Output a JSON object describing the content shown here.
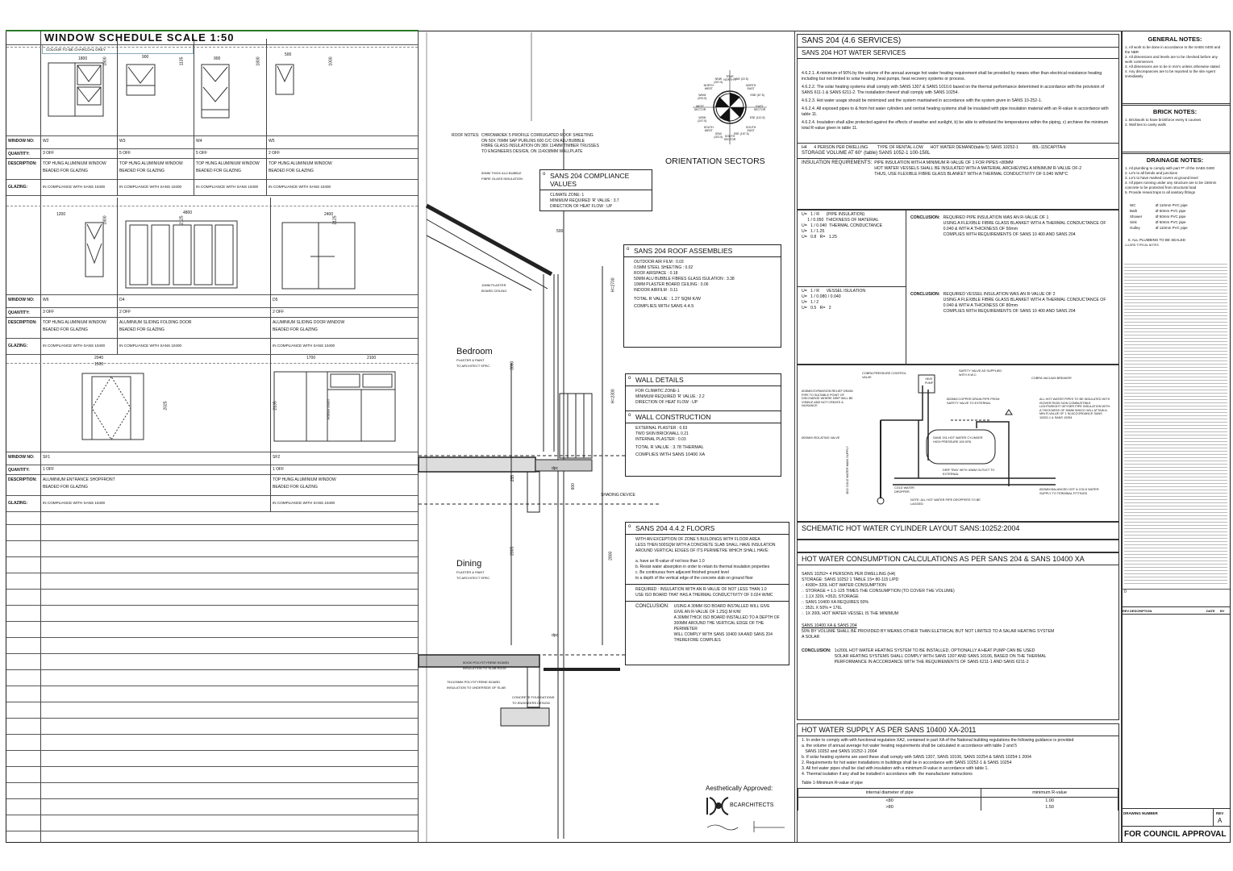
{
  "window_schedule": {
    "title": "WINDOW SCHEDULE SCALE 1:50",
    "colour_note": "COLOUR TO BE CHARCOAL GREY",
    "labels": {
      "window_no": "WINDOW NO:",
      "quantity": "QUANTITY:",
      "description": "DESCRIPTION:",
      "glazing": "GLAZING:"
    },
    "rows": [
      {
        "items": [
          {
            "no": "W2",
            "qty": "3 OFF",
            "desc1": "TOP HUNG ALUMINIUM WINDOW",
            "desc2": "BEADED FOR GLAZING",
            "glazing": "IN COMPLIANCE WITH SANS 10400",
            "w": "1800",
            "h": "1800"
          },
          {
            "no": "W3",
            "qty": "5 OFF",
            "desc1": "TOP HUNG ALUMINIUM WINDOW",
            "desc2": "BEADED FOR GLAZING",
            "glazing": "IN COMPLIANCE WITH SANS 10400",
            "w": "900",
            "h": "1135"
          },
          {
            "no": "W4",
            "qty": "5 OFF",
            "desc1": "TOP HUNG ALUMINIUM WINDOW",
            "desc2": "BEADED FOR GLAZING",
            "glazing": "IN COMPLIANCE WITH SANS 10400",
            "w": "900",
            "h": "1800"
          },
          {
            "no": "W5",
            "qty": "2 OFF",
            "desc1": "TOP HUNG ALUMINIUM WINDOW",
            "desc2": "BEADED FOR GLAZING",
            "glazing": "IN COMPLIANCE WITH SANS 10400",
            "w": "500",
            "h": "1000"
          }
        ]
      },
      {
        "items": [
          {
            "no": "W6",
            "qty": "3 OFF",
            "desc1": "TOP HUNG ALUMINIUM WINDOW",
            "desc2": "BEADED FOR GLAZING",
            "glazing": "IN COMPLIANCE WITH SANS 10400",
            "w": "1200",
            "h": "1800"
          },
          {
            "no": "D4",
            "qty": "2 OFF",
            "desc1": "ALUMINIUM SLIDING FOLDING DOOR",
            "desc2": "BEADED FOR GLAZING",
            "glazing": "IN COMPLIANCE WITH SANS 10400",
            "w": "4800",
            "h": "2125"
          },
          {
            "no": "D5",
            "qty": "2 OFF",
            "desc1": "ALUMINIUM SLIDING DOOR WINDOW",
            "desc2": "BEADED FOR GLAZING",
            "glazing": "IN COMPLIANCE WITH SANS 10400",
            "w": "2400",
            "h": "2125"
          }
        ]
      },
      {
        "items": [
          {
            "no": "SF1",
            "qty": "1 OFF",
            "desc1": "ALUMINIUM ENTRANCE SHOPFRONT",
            "desc2": "BEADED FOR GLAZING",
            "glazing": "IN COMPLIANCE WITH SANS 10400",
            "w": "2040",
            "w2": "1500",
            "h": "2025"
          },
          {
            "no": "SF2",
            "qty": "1 OFF",
            "desc1": "TOP HUNG ALUMINIUM WINDOW",
            "desc2": "BEADED FOR GLAZING",
            "glazing": "IN COMPLIANCE WITH SANS 10400",
            "w": "1700",
            "w2": "2100",
            "h": "2135",
            "note": "corner window"
          }
        ]
      }
    ]
  },
  "section": {
    "roof_notes_label": "ROOF NOTES:",
    "roof_notes": [
      "CHROMADEK 5 PROFILE CORRUGATED ROOF SHEETING",
      "ON 50x 76mm SAP PURLINS 600 C/C ON ALU BUBBLE",
      "FIBRE GLASS INSULATION ON 38x 114mm TIMBER TRUSSES",
      "TO ENGINEERS DESIGN, ON 114x38mm WALLPLATE"
    ],
    "insulation_note": [
      "50mm THICK ALU BUBBLE",
      "FIBRE GLASS INSULATION"
    ],
    "ceiling_note": [
      "10mm PLASTER",
      "BOARD CEILING"
    ],
    "dim_500": "500",
    "bedroom": "Bedroom",
    "dining": "Dining",
    "finish": [
      "PLASTER & PAINT",
      "TO ARCHITECT SPEC."
    ],
    "dims": {
      "d3060": "3060",
      "d255": "255",
      "d2805": "2805",
      "d600": "600",
      "h2300": "H=2300",
      "d2700": "H=2700",
      "d2800": "2800"
    },
    "dpc": "dpc",
    "shading": "SHADING DEVICE",
    "slab_edge": [
      "50x30 POLYSTYRENE BOARD",
      "INSULATION TO SLAB EDGE"
    ],
    "slab_under": [
      "75x100mm POLYSTYRENE BOARD",
      "INSULATION TO UNDERSIDE OF SLAB"
    ],
    "foundations": [
      "CONCRETE FOUNDATIONS",
      "TO ENGINEERS DESIGN"
    ],
    "orientation_title": "ORIENTATION SECTORS",
    "orientation_labels": [
      "TRUE NORTH 0",
      "NNE (22.5)",
      "NORTH EAST",
      "ENE (67.5)",
      "EAST SECTOR",
      "ESE (112.5)",
      "SOUTH EAST",
      "SSE (157.5)",
      "SOUTH SECTOR",
      "SSW (202.5)",
      "SOUTH WEST",
      "WSW (247.5)",
      "WEST SECTOR",
      "WNW (292.5)",
      "NORTH WEST",
      "NNW (337.5)"
    ],
    "compliance": {
      "title": "SANS 204 COMPLIANCE VALUES",
      "lines": [
        "CLIMATE ZONE: 1",
        "MINIMUM REQUIRED 'R' VALUE : 3.7",
        "DIRECTION OF HEAT FLOW    : UP"
      ]
    },
    "roof_assemblies": {
      "title": "SANS 204 ROOF ASSEMBLIES",
      "lines": [
        "OUTDOOR AIR FILM          : 0.03",
        "0.5mm STEEL SHEETING      : 0.02",
        "ROOF AIRSPACE             : 0.18",
        "50mm ALU BUBBLE FIBRES GLASS ISULATION : 3.38",
        "10mm PLASTER BOARD CEILING      : 0.06",
        "INDOOR AIRFILM            : 0.11"
      ],
      "total": "TOTAL R VALUE : 1.27 sqm K/W",
      "complies": "COMPLIES WITH SANS 4.4.5"
    },
    "wall_details": {
      "title": "WALL DETAILS",
      "lines": [
        "FOR CLIMATIC ZONE-1",
        "MINIMUM REQUIRED 'R' VALUE : 2.2",
        "DIRECTION OF HEAT FLOW    : UP"
      ]
    },
    "wall_construction": {
      "title": "WALL CONSTRUCTION",
      "lines": [
        "EXTERNAL PLASTER : 0.63",
        "TWO SKIN BRICKWALL 0.21",
        "INTERNAL PLASTER : 0.03"
      ],
      "total": "TOTAL R VALUE : 3.78 thermal",
      "complies": "COMPLIES WITH SANS 10400 XA"
    },
    "floors": {
      "title": "SANS 204 4.4.2 FLOORS",
      "intro": [
        "WITH AN EXCEPTION OF ZONE 5 BUILDINGS WITH FLOOR AREA",
        "LESS THEN 500sqm WITH A CONCRETE SLAB SHALL HAVE INSULATION",
        "AROUND VERTICAL EDGES OF ITS PERIMETRE WHICH SHALL HAVE:"
      ],
      "items": [
        "a. have an R-value of not less than 1.0",
        "b. Resist water absorption in order to retain its thermal insulation properties",
        "c. Be continuous from adjacent finished ground level",
        "   to a depth of the vertical edge of the concrete slab on ground floor"
      ],
      "required": [
        "REQUIRED : INSULATION WITH AN R-VALUE OF NOT LESS THAN 1.0",
        "USE ISO BOARD THAT HAS A THERMAL CONDUCTIVITY OF 0.024 W/mC"
      ],
      "conclusion_label": "CONCLUSION:",
      "conclusion": [
        "USING A 30mm ISO BOARD INSTALLED WILL GIVE",
        "GIVE AN R-VALUE OF 1.2sq.m K/W",
        "A 30mm THICK ISO BOARD INSTALLED TO A DEPTH OF",
        "300mm AROUND THE VERTICAL EDGE OF THE PERIMETER",
        "WILL COMPLY WITH SANS 10400 XA AND SANS 204",
        "THEREFORE COMPLIES"
      ]
    },
    "approval": {
      "label": "Aesthetically Approved:",
      "firm": "BCARCHITECTS"
    }
  },
  "services": {
    "title": "SANS 204 (4.6 SERVICES)",
    "subtitle": "SANS 204 HOT WATER SERVICES",
    "clauses": [
      "4.6.2.1. A minimum of 50% by the volume of the annual average hot water heating requirement shall be provided by means other than electrical resistance heating including but not limited to solar heating ,heat pumps, heat recovery systems or process.",
      "4.6.2.2. The solar heating systems shall comply with SANS 1307 & SANS 1010.6 based on the thermal performance determined in accordance with the provision of SANS 611-1 & SANS 6211-2. The installation thereof shall comply with SANS 10254.",
      "4.6.2.3. Hot water usage should be minimized and the system maintained in accordance with the system given in SANS 10-252-1.",
      "4.6.2.4. All exposed pipes to & from hot water cylinders and central heating systems shall be insulated with pipe insulation material with an R-value in accordance with table 11.",
      "4.6.2.4. Insulation shall a)be protected against the effects of weather and sunlight, b) be able to withstand the temperatures within the piping, c) archieve the minimum total R-value given in table 11."
    ],
    "h4": "H4      4 PERSON PER DWELLING        TYPE OF RENTAL-LOW      HOT WATER DEMAND(table 5) SANS 10252-1            80L-115CAPITA/d",
    "storage": "STORAGE VOLUME AT 60° (table) SANS 1052-1 100-150L",
    "insulation_label": "INSULATION REQUIREMENTS:",
    "insulation_lines": [
      "PIPE INSULATION WITH A MINIMUM R-VALUE OF 1 FOR PIPES <80mm",
      "HOT WATER VESSELS SHALL BE INSULATED WITH A MATERIAL ARCHIEVING A MINIMUM R-VALUE OF-2",
      "THUS, USE FLEXIBLE FIBRE GLASS BLANKET WITH A THERMAL CONDUCTIVITY OF 0.040 W/m°C"
    ],
    "calc_pipe": [
      "U=   1 / R      (PIPE INSULATION)",
      "     1 / 0.050  THICKNESS OF MATERIAL",
      "U=   1 / 0.040  THERMAL CONDUCTANCE",
      "U=   1 / 1.25",
      "U=   0.8   R=   1.25"
    ],
    "calc_vessel": [
      "U=   1 / R      VESSEL ISULATION",
      "U=   1 / 0.080 / 0.040",
      "U=   1 / 2",
      "U=   0.5   R=   2"
    ],
    "conclusion_label": "CONCLUSION:",
    "conclusion_pipe": [
      "REQUIRED PIPE INSULATION WAS AN R-VALUE OF 1",
      "USING A FLEXIBLE FIBRE GLASS BLANKET WITH A THERMAL CONDUCTANCE OF",
      "0.040 & WITH A THICKNESS OF 50mm",
      "COMPLIES WITH REQUIREMENTS OF SANS 10 400 AND SANS 204"
    ],
    "conclusion_vessel": [
      "REQUIRED VESSEL INSULATION WAS AN R-VALUE OF 2",
      "USING A FLEXIBLE FIBRE GLASS BLANKET WITH A THERMAL CONDUCTANCE OF",
      "0.040 & WITH A THICKNESS OF 80mm",
      "COMPLIES WITH REQUIREMENTS OF SANS 10 400 AND SANS 204"
    ],
    "schematic": {
      "labels": [
        "COBRA PRESSURE CONTROL VALVE",
        "HEAT PUMP",
        "SAFETY VALVE AS SUPPLIED WITH H.W.C",
        "COBRA VACUUM BREAKER",
        "Ø15mm EXPANSION RELIEF DRAIN PIPE TO SUITABLE POINT OF DISCHARGE WHERE DRIP WILL BE VISIBLE AND NOT CREATE A NUISANCE",
        "Ø22mm COPPER DRAIN PIPE FROM SAFETY VALVE TO EXTERNAL",
        "ALL HOT WATER PIPES TO BE INSULATED WITH ISOVER RIGID NON COMBUSTIBLE LIGHTWEIGHT GEYSER PIPE INSULATION WITH A THICKNESS OF 35mm WHICH WILL ATTAIN A MIN R-VALUE OF 1 IN ACCORDANCE SANS 10252-1 & SANS 10254",
        "Ø20mm ISOLATING VALVE",
        "SANS 151-HOT WATER CYLINDER HIGH PRESSURE 400 KPA",
        "Ø22 COLD WATER MAIN SUPPLY",
        "DRIP TRAY WITH 40mm OUTLET TO EXTERNAL",
        "COLD WATER DROPPER",
        "Ø22mm BALANCED HOT & COLD WATER SUPPLY TO TERMINAL FITTINGS",
        "NOTE: ALL HOT WATER PIPE DROPPERS TO BE LAGGED"
      ],
      "title": "SCHEMATIC HOT WATER CYLINDER LAYOUT SANS:10252:2004"
    },
    "consumption": {
      "title": "HOT WATER CONSUMPTION CALCULATIONS AS PER SANS 204 & SANS 10400 XA",
      "lines": [
        "SANS 10252= 4 PERSONS PER DWELLING (H4)",
        "STORAGE: SANS 10252 1 TABLE 15= 80-115 L/pd",
        "∴ 4x80= 320L HOT WATER CONSUMPTION",
        "∴ STORAGE = 1.1-125 TIMES THE CONSUMPTION (TO COVER THE VOLUME)",
        "∴ 1.1x 320L =352L STORAGE",
        "∴ SANS 10400 XA REQUIRES 50%",
        "∴ 352L x 50% = 176L",
        "∴ 1x 200L HOT WATER VESSEL IS THE MINIMUM"
      ],
      "sub": "SANS 10400 XA & SANS 204",
      "sub_lines": [
        "50% BY VOLUME SHALL BE PROVIDED BY MEANS OTHER THAN ELETRICAL BUT NOT LIMITED TO A SALAR HEATING SYSTEM",
        "A SOLAR"
      ],
      "conclusion_label": "CONCLUSION:",
      "conclusion": [
        "1x200L HOT WATER HEATING SYSTEM TO BE INSTALLED, OPTIONALLY A HEAT PUMP CAN BE USED",
        "SOLAR HEATING SYSTEMS SHALL COMPLY WITH SANS 1307 AND SANS 10106, BASED ON THE THERMAL",
        "PERFORMANCE IN ACCORDANCE WITH THE REQUIREMENTS OF SANS 6211-1 AND SANS 6211-2"
      ]
    },
    "supply": {
      "title": "HOT WATER SUPPLY AS PER SANS  10400 XA-2011",
      "lines": [
        "1. In order to comply with with functional regulation XA2, contained in part XA of the National building regulations the following guidance is provided",
        "a. the volume of annual average hot water heating requirements shall be calculated in accordance with table 2 and 5",
        "   SANS 10252 and SANS 10252-1 2004",
        "b. If solar heating systems are used these shall comply with SANS 1307, SANS 10106, SANS 10254 & SANS 10254-1 2004",
        "2. Requirements for hot water installations in buildings shall be in accordance with SANS 10252-1 & SANS 10254",
        "3. All hot water pipes shall be clad with insulation with a minimum R-value in accordance with table 1.",
        "4. Thermal isulation if any shall be installed n accordance with  the manufacturer instructions"
      ],
      "table_caption": "Table 1-Minimum R-value of pipe",
      "table_headers": [
        "internal diameter of pipe",
        "minimum R-value"
      ],
      "table_rows": [
        [
          "<80",
          "1.00"
        ],
        [
          ">80",
          "1.50"
        ]
      ]
    }
  },
  "notes": {
    "general_title": "GENERAL NOTES:",
    "general": [
      "1. All work to be done in accordance to the SABS 0400 and the NBR",
      "2. All dimensions and levels are to be checked before any work commences",
      "3. All dimensions are to be in mm's unless otherwise stated",
      "4. Any discrepancies are to be reported to the site Agent immidiately"
    ],
    "brick_title": "BRICK NOTES:",
    "brick": [
      "1. Brickwork to have brickforce every 5 courses",
      "2. Wall ties to cavity walls"
    ],
    "drainage_title": "DRAINAGE NOTES:",
    "drainage": [
      "1. All plumbing to comply with part 'P' of the SABS 0400",
      "2. Le's to all bends and junctions",
      "3. Le's to have marked covers at ground level",
      "4. All pipes running under any structure are to be 150mm concrete to be protected from structural load",
      "5. Provide reseal traps to all sanitary fittings"
    ],
    "pipes": [
      [
        "WC",
        "Ø 110mm PVC pipe"
      ],
      [
        "Bath",
        "Ø 50mm PVC pipe"
      ],
      [
        "Shower",
        "Ø 50mm PVC pipe"
      ],
      [
        "Sink",
        "Ø 50mm PVC pipe"
      ],
      [
        "Gulley",
        "Ø 110mm PVC pipe"
      ]
    ],
    "plumbing_sealed": "6. ALL PLUMBING TO BE SEALED",
    "typical": "LLLDRD TYPICAL NOTES"
  },
  "title_block": {
    "rev_header": [
      "REV",
      "DESCRIPTION",
      "DATE",
      "BY"
    ],
    "rev_row": "0",
    "drawing_number_label": "DRAWING NUMBER",
    "rev_label": "REV",
    "rev_value": "A",
    "status": "FOR COUNCIL APPROVAL"
  }
}
